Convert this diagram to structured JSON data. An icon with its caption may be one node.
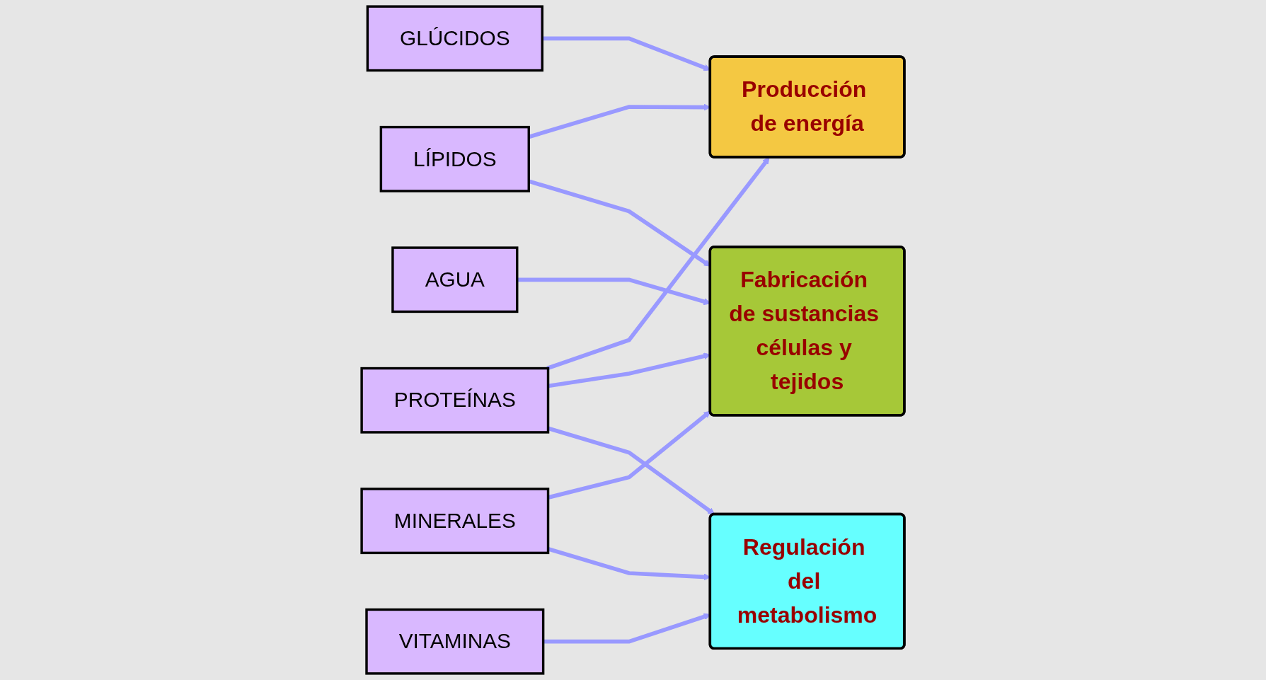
{
  "diagram": {
    "nodes": [
      {
        "text": [
          "LÍPIDOS"
        ]
      },
      {
        "text": [
          "Producción de energía"
        ]
      },
      {
        "text": [
          "GLÚCIDOS"
        ]
      },
      {
        "text": [
          "AGUA"
        ]
      },
      {
        "text": [
          "Fabricación de sustancias células y tejidos"
        ]
      },
      {
        "text": [
          "PROTEÍNAS"
        ]
      },
      {
        "text": [
          "MINERALES"
        ]
      },
      {
        "text": [
          "Regulación del metabolismo"
        ]
      },
      {
        "text": [
          "VITAMINAS"
        ]
      }
    ],
    "edges": [
      {
        "from": 0,
        "to": 1,
        "arrow": "to"
      },
      {
        "from": 2,
        "to": 1,
        "arrow": "to"
      },
      {
        "from": 0,
        "to": 4,
        "arrow": "to"
      },
      {
        "from": 5,
        "to": 1,
        "arrow": "to"
      },
      {
        "from": 3,
        "to": 4,
        "arrow": "to"
      },
      {
        "from": 5,
        "to": 4,
        "arrow": "to"
      },
      {
        "from": 6,
        "to": 4,
        "arrow": "to"
      },
      {
        "from": 5,
        "to": 7,
        "arrow": "to"
      },
      {
        "from": 6,
        "to": 7,
        "arrow": "to"
      },
      {
        "from": 8,
        "to": 7,
        "arrow": "to"
      }
    ]
  }
}
